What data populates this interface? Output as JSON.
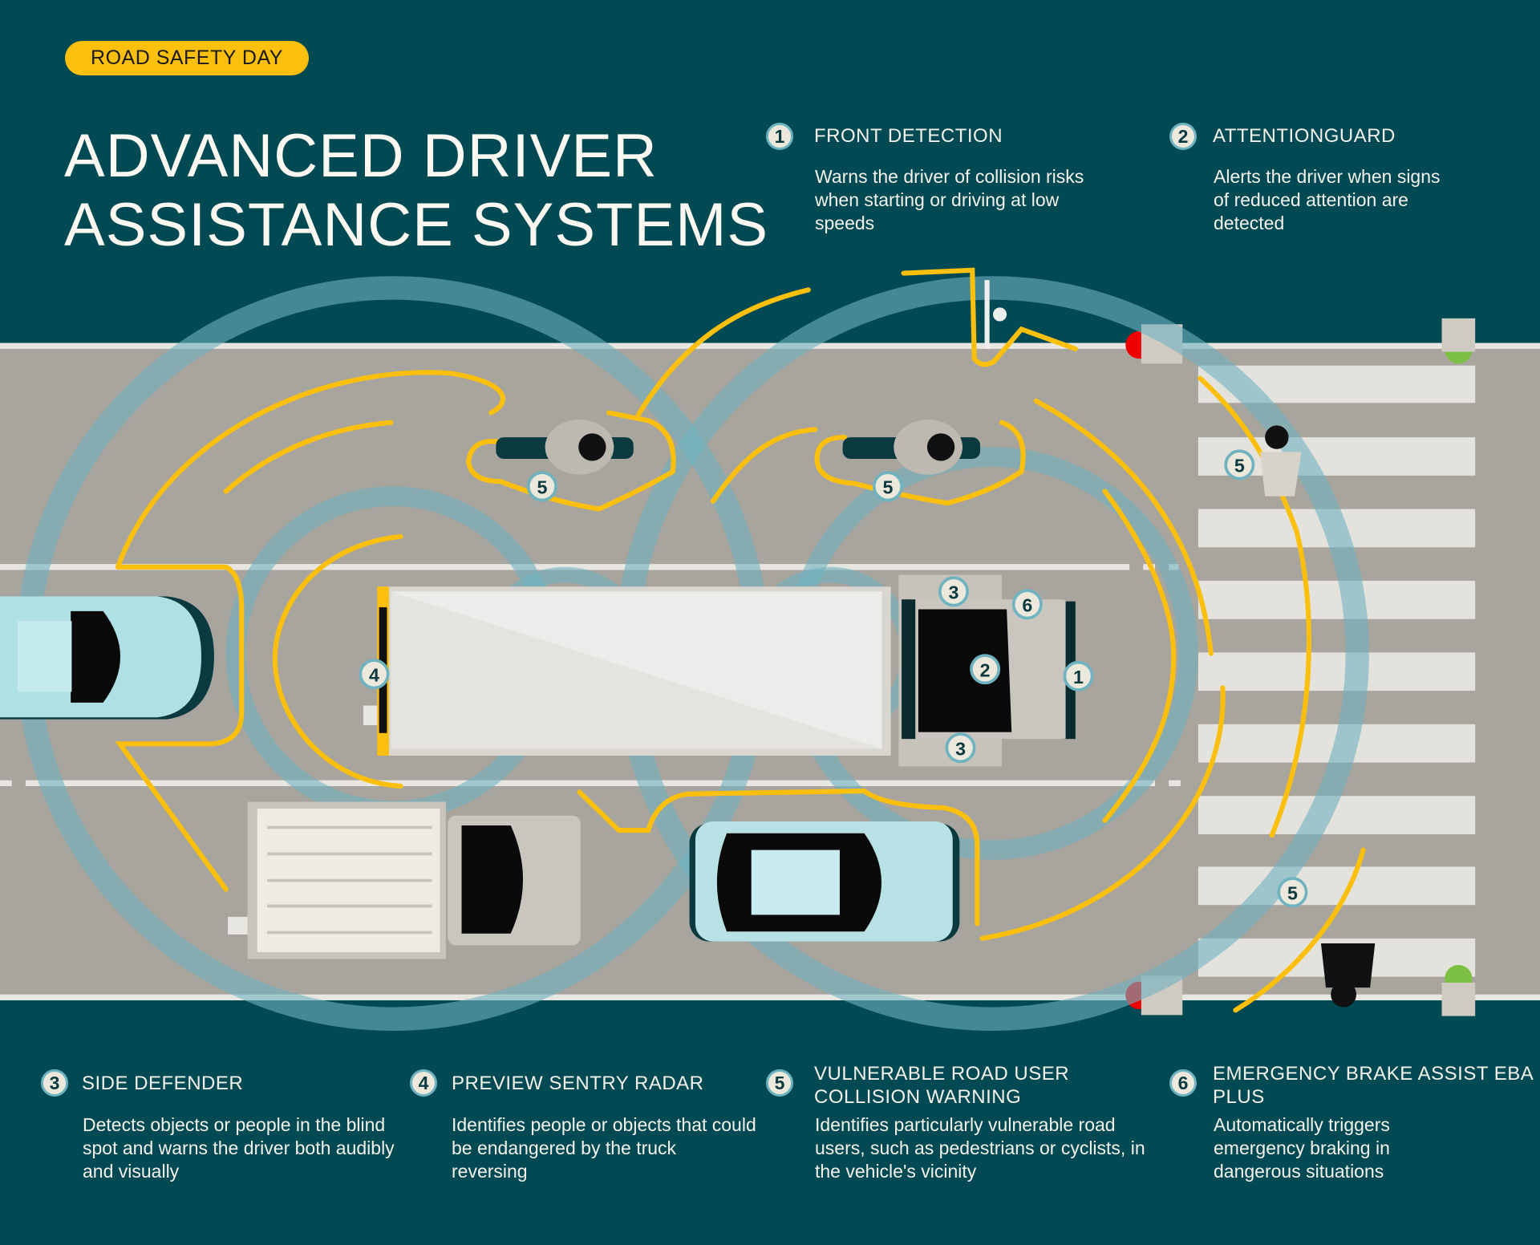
{
  "badge": "ROAD SAFETY DAY",
  "title": {
    "line1": "ADVANCED DRIVER",
    "line2": "ASSISTANCE SYSTEMS"
  },
  "features": [
    {
      "number": "1",
      "heading": "FRONT DETECTION",
      "body": "Warns the driver of collision risks when starting or driving at low speeds"
    },
    {
      "number": "2",
      "heading": "ATTENTIONGUARD",
      "body": "Alerts the driver when signs of reduced attention are detected"
    },
    {
      "number": "3",
      "heading": "SIDE DEFENDER",
      "body": "Detects objects or people in the blind spot and warns the driver both audibly and visually"
    },
    {
      "number": "4",
      "heading": "PREVIEW SENTRY RADAR",
      "body": "Identifies people or objects that could be endangered by the truck reversing"
    },
    {
      "number": "5",
      "heading": "VULNERABLE ROAD USER COLLISION WARNING",
      "body": "Identifies particularly vulnerable road users, such as pedestrians or cyclists, in the vehicle's vicinity"
    },
    {
      "number": "6",
      "heading": "EMERGENCY BRAKE ASSIST EBA PLUS",
      "body": "Automatically triggers emergency braking in dangerous situations"
    }
  ],
  "markers": {
    "m1": "1",
    "m2": "2",
    "m3a": "3",
    "m3b": "3",
    "m4": "4",
    "m5a": "5",
    "m5b": "5",
    "m5c": "5",
    "m5d": "5",
    "m6": "6"
  },
  "colors": {
    "background": "#024a53",
    "accent": "#fbbf0d",
    "road": "#a8a49e",
    "sensor": "#6fb3c0"
  }
}
